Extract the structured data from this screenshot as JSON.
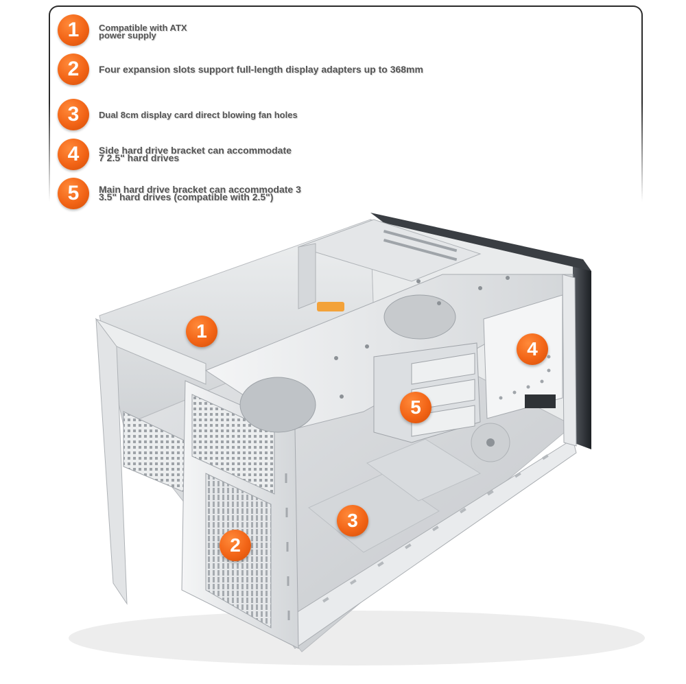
{
  "legend": {
    "items": [
      {
        "number": "1",
        "text": "Compatible with ATX\n power supply"
      },
      {
        "number": "2",
        "text": "Four expansion slots support full-length display adapters up to 368mm"
      },
      {
        "number": "3",
        "text": "Dual 8cm display card direct blowing fan holes"
      },
      {
        "number": "4",
        "text": "Side hard drive bracket can accommodate\n 7 2.5\" hard drives"
      },
      {
        "number": "5",
        "text": "Main hard drive bracket can accommodate 3\n 3.5\" hard drives (compatible with 2.5\")"
      }
    ]
  },
  "callouts": {
    "c1": "1",
    "c2": "2",
    "c3": "3",
    "c4": "4",
    "c5": "5"
  },
  "colors": {
    "badge_orange": "#f26416",
    "legend_text": "#555555",
    "chassis_silver": "#d9dbdd",
    "frame_dark": "#2a2a2a"
  }
}
